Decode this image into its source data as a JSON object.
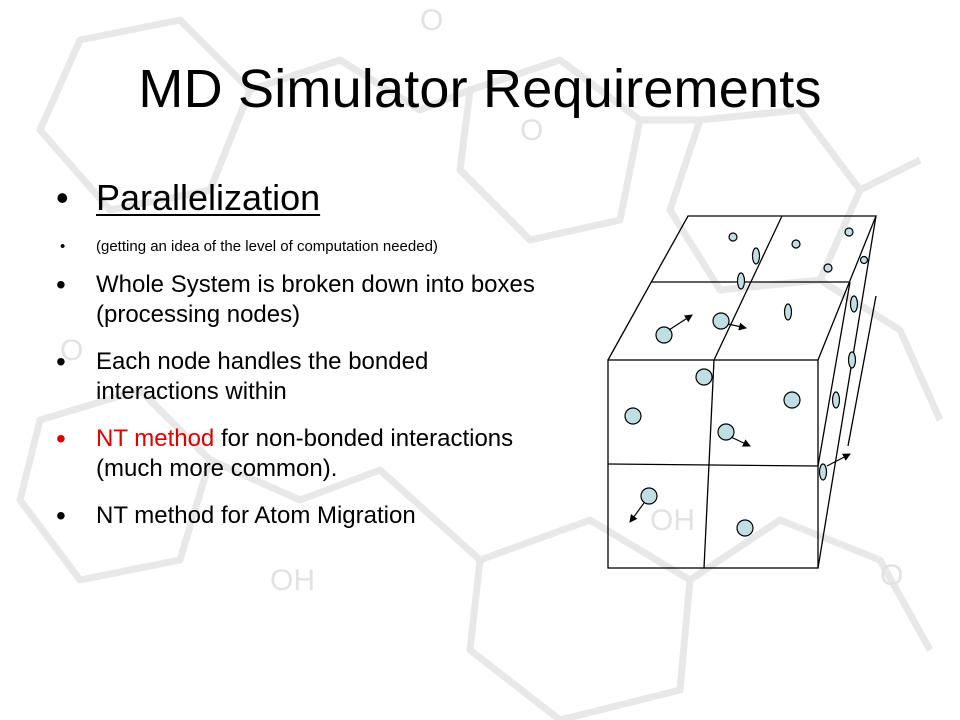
{
  "slide": {
    "title": "MD Simulator Requirements",
    "bullets": [
      {
        "text": "Parallelization",
        "style": "heading-underlined"
      },
      {
        "text": "(getting an idea of the level of computation needed)",
        "style": "small"
      },
      {
        "text": "Whole System is broken down into boxes (processing nodes)",
        "style": "normal"
      },
      {
        "text": "Each node handles the bonded interactions within",
        "style": "normal"
      },
      {
        "highlight": "NT method",
        "rest": " for non-bonded interactions (much more common).",
        "style": "normal",
        "bullet_color": "#e00000",
        "highlight_color": "#e00000"
      },
      {
        "text": "NT method for Atom Migration",
        "style": "normal"
      }
    ],
    "bullet_glyph": "•",
    "watermark_labels": [
      "O",
      "O",
      "O",
      "OH",
      "OH",
      "O"
    ],
    "colors": {
      "atom_fill": "#bfdfe3",
      "highlight": "#e00000",
      "watermark": "#e6e6e6"
    }
  }
}
